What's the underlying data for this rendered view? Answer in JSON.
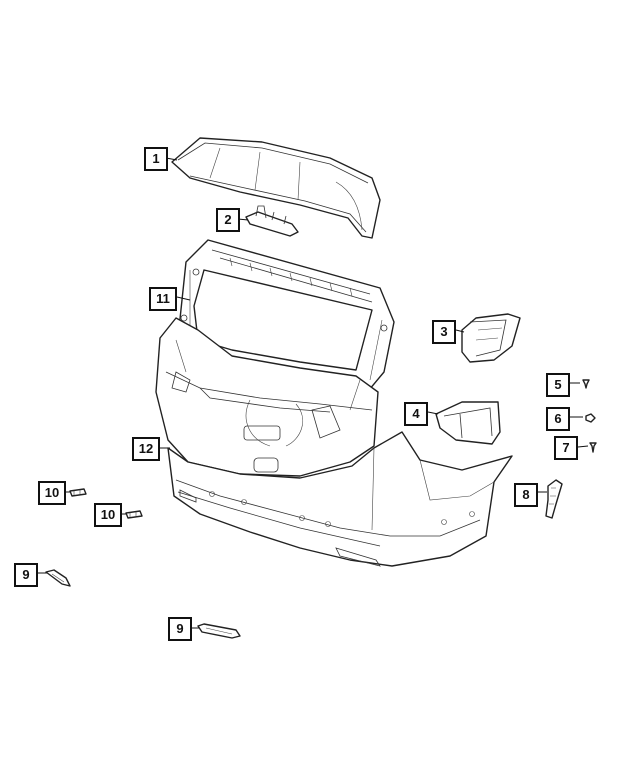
{
  "callouts": [
    {
      "id": "p1",
      "label": "1"
    },
    {
      "id": "p2",
      "label": "2"
    },
    {
      "id": "p3",
      "label": "3"
    },
    {
      "id": "p4",
      "label": "4"
    },
    {
      "id": "p5",
      "label": "5"
    },
    {
      "id": "p6",
      "label": "6"
    },
    {
      "id": "p7",
      "label": "7"
    },
    {
      "id": "p8",
      "label": "8"
    },
    {
      "id": "p9a",
      "label": "9"
    },
    {
      "id": "p9b",
      "label": "9"
    },
    {
      "id": "p10a",
      "label": "10"
    },
    {
      "id": "p10b",
      "label": "10"
    },
    {
      "id": "p11",
      "label": "11"
    },
    {
      "id": "p12",
      "label": "12"
    }
  ]
}
